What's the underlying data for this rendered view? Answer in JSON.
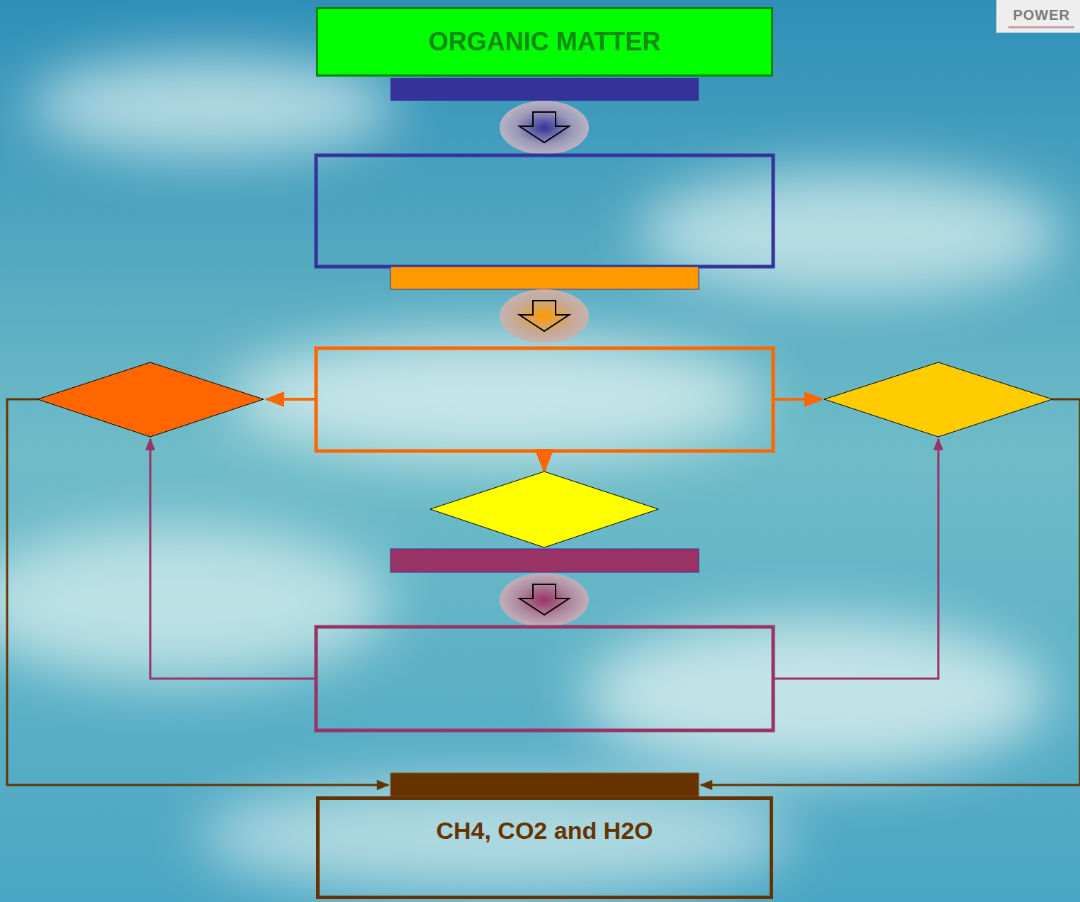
{
  "diagram": {
    "nodes": [
      {
        "text": [
          "ORGANIC MATTER"
        ]
      },
      {
        "text": [
          "CH4, CO2 and H2O"
        ]
      }
    ],
    "labels": [
      "POWER"
    ]
  }
}
